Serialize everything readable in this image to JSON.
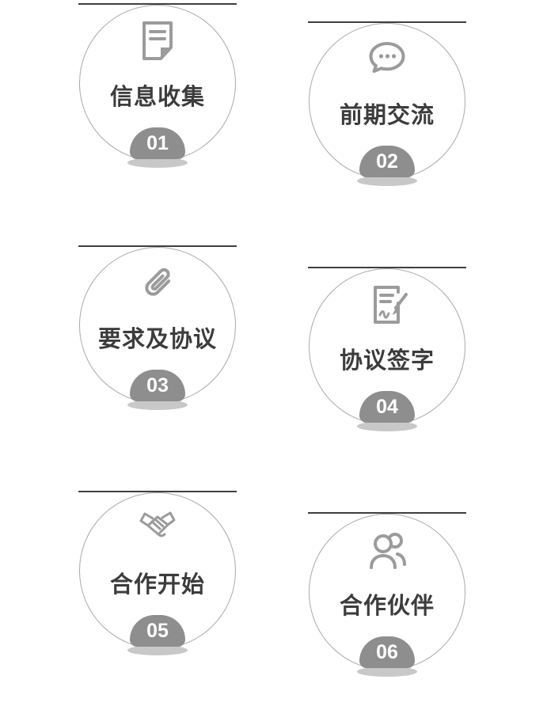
{
  "steps": [
    {
      "label": "信息收集",
      "number": "01",
      "icon": "document-icon"
    },
    {
      "label": "前期交流",
      "number": "02",
      "icon": "chat-bubble-icon"
    },
    {
      "label": "要求及协议",
      "number": "03",
      "icon": "paperclip-icon"
    },
    {
      "label": "协议签字",
      "number": "04",
      "icon": "signature-pen-icon"
    },
    {
      "label": "合作开始",
      "number": "05",
      "icon": "handshake-icon"
    },
    {
      "label": "合作伙伴",
      "number": "06",
      "icon": "partners-icon"
    }
  ],
  "colors": {
    "line": "#3f3f3f",
    "circle-border": "#a9a9a9",
    "icon": "#9b9b9b",
    "label": "#3c3c3c",
    "badge-bg": "#8e8e8e",
    "badge-text": "#ffffff",
    "badge-shadow": "#c8c8c8"
  }
}
